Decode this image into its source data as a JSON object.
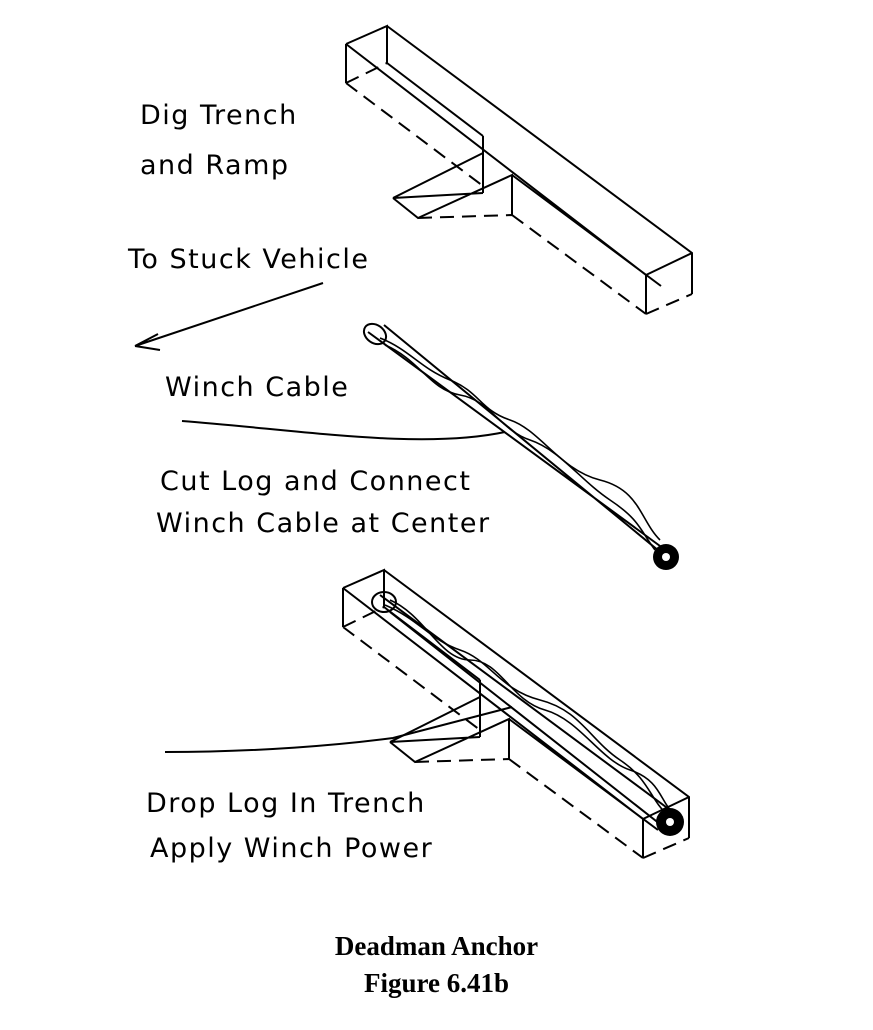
{
  "labels": {
    "dig_trench_1": "Dig Trench",
    "dig_trench_2": "and Ramp",
    "to_vehicle": "To Stuck Vehicle",
    "winch_cable": "Winch Cable",
    "cut_log_1": "Cut Log and Connect",
    "cut_log_2": "Winch Cable at Center",
    "drop_log_1": "Drop Log In Trench",
    "drop_log_2": "Apply Winch Power"
  },
  "caption": {
    "title": "Deadman Anchor",
    "figure": "Figure 6.41b"
  }
}
